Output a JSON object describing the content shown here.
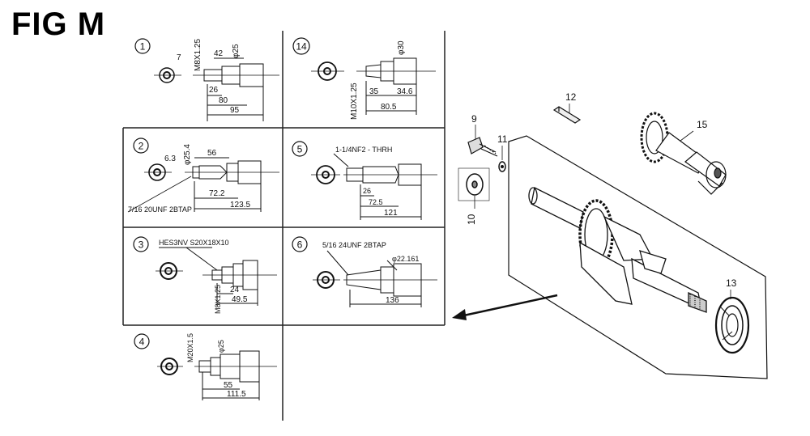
{
  "figure": {
    "title": "FIG M"
  },
  "panels": [
    {
      "number": "1",
      "dims": [
        "7",
        "M8X1.25",
        "42",
        "φ25",
        "26",
        "80",
        "95"
      ]
    },
    {
      "number": "14",
      "dims": [
        "φ30",
        "M10X1.25",
        "35",
        "34.6",
        "80.5"
      ]
    },
    {
      "number": "2",
      "dims": [
        "6.3",
        "φ25.4",
        "56",
        "72.2",
        "123.5"
      ],
      "note": "7/16 20UNF 2BTAP"
    },
    {
      "number": "5",
      "dims": [
        "26",
        "72.5",
        "121"
      ],
      "note": "1-1/4NF2 - THRH"
    },
    {
      "number": "3",
      "dims": [
        "M8X1.25",
        "24",
        "49.5"
      ],
      "note": "HES3NV S20X18X10"
    },
    {
      "number": "6",
      "dims": [
        "φ22.161",
        "136"
      ],
      "note": "5/16 24UNF 2BTAP"
    },
    {
      "number": "4",
      "dims": [
        "M20X1.5",
        "φ25",
        "55",
        "111.5"
      ]
    }
  ],
  "callouts": [
    "9",
    "10",
    "11",
    "12",
    "13",
    "15"
  ]
}
